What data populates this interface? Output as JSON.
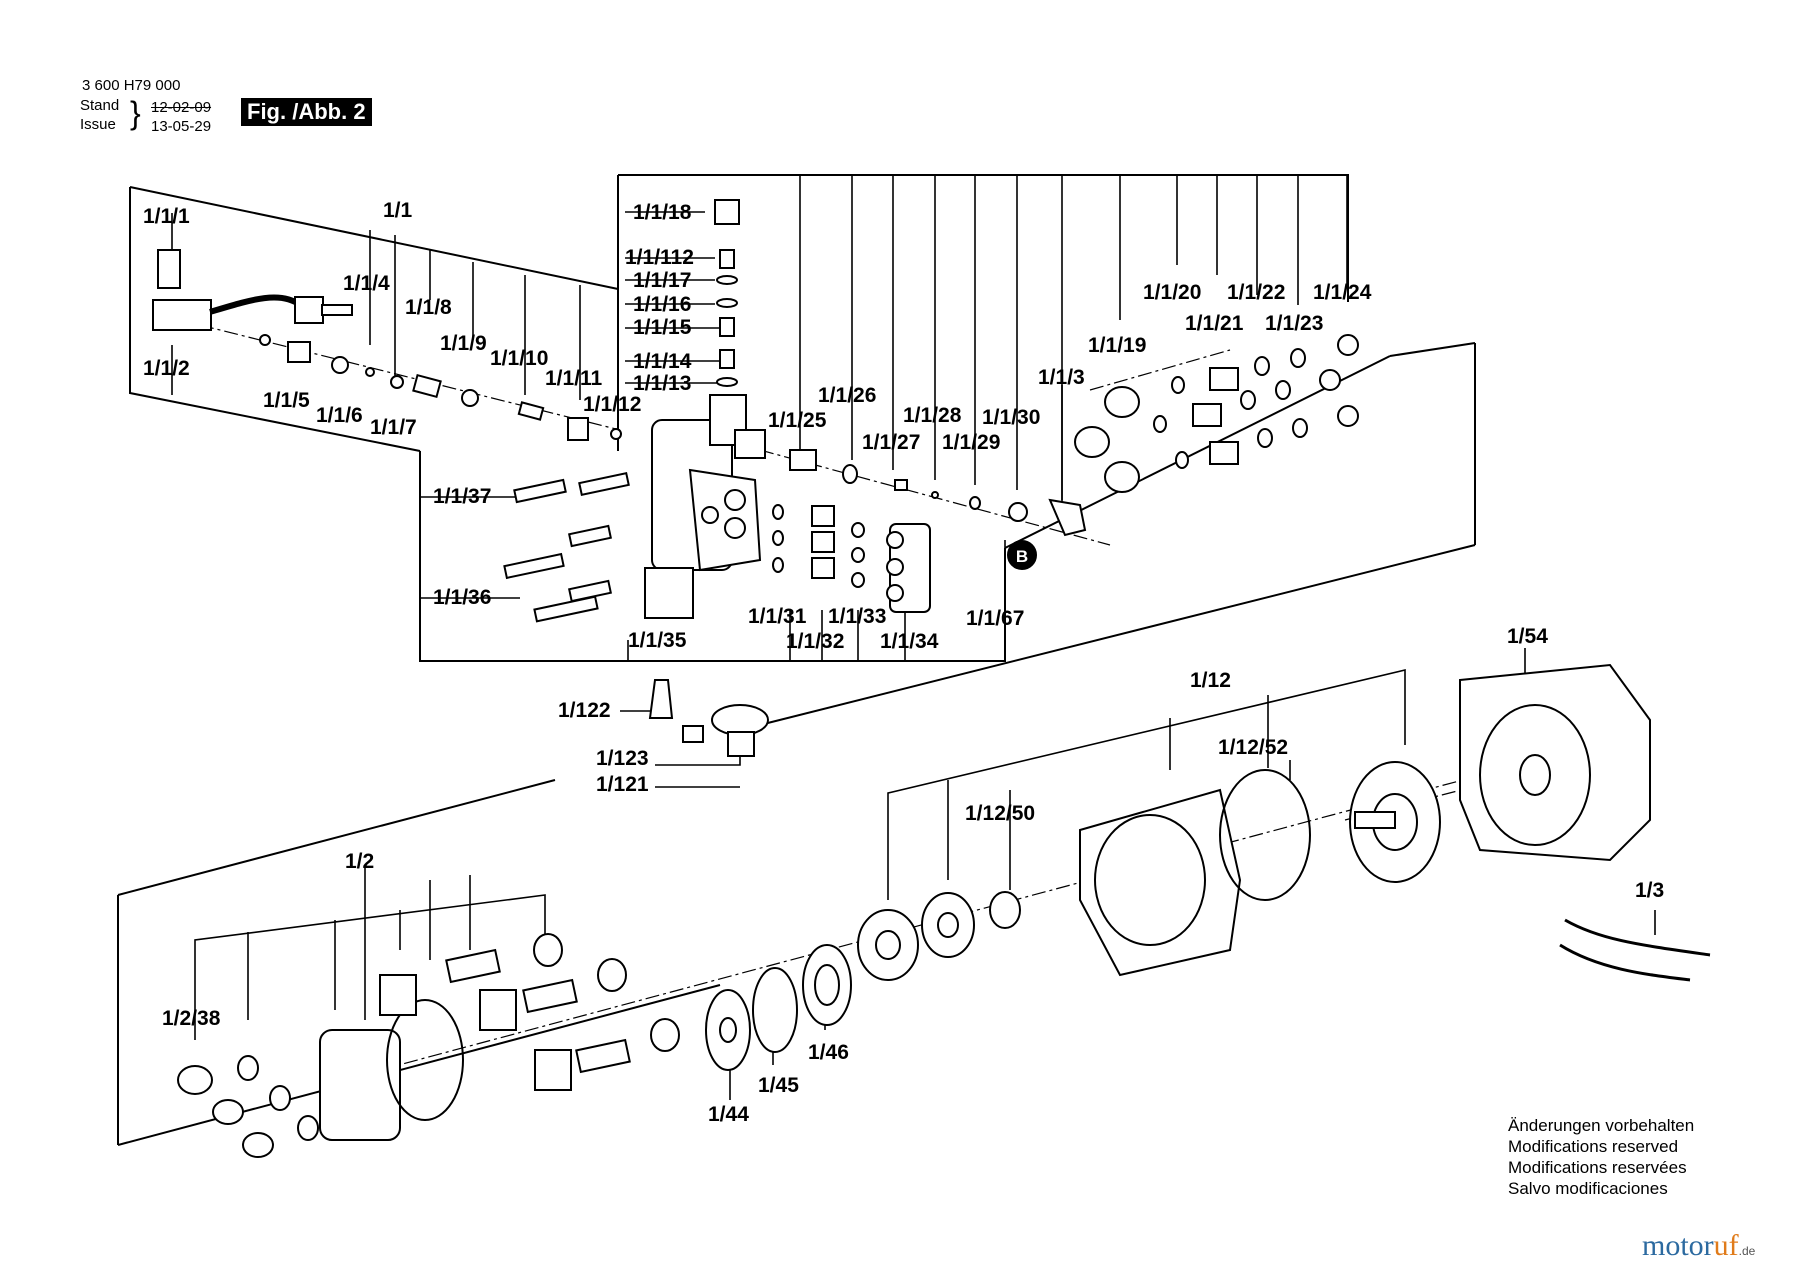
{
  "header": {
    "doc_number": "3 600 H79 000",
    "stand_label": "Stand",
    "issue_label": "Issue",
    "date_old": "12-02-09",
    "date_new": "13-05-29",
    "figure_label": "Fig. /Abb. 2"
  },
  "callouts": {
    "c1_1": "1/1",
    "c1_1_1": "1/1/1",
    "c1_1_2": "1/1/2",
    "c1_1_4": "1/1/4",
    "c1_1_5": "1/1/5",
    "c1_1_6": "1/1/6",
    "c1_1_7": "1/1/7",
    "c1_1_8": "1/1/8",
    "c1_1_9": "1/1/9",
    "c1_1_10": "1/1/10",
    "c1_1_11": "1/1/11",
    "c1_1_12": "1/1/12",
    "c1_1_13": "1/1/13",
    "c1_1_14": "1/1/14",
    "c1_1_15": "1/1/15",
    "c1_1_16": "1/1/16",
    "c1_1_17": "1/1/17",
    "c1_1_18": "1/1/18",
    "c1_1_112": "1/1/112",
    "c1_1_19": "1/1/19",
    "c1_1_20": "1/1/20",
    "c1_1_21": "1/1/21",
    "c1_1_22": "1/1/22",
    "c1_1_23": "1/1/23",
    "c1_1_24": "1/1/24",
    "c1_1_25": "1/1/25",
    "c1_1_26": "1/1/26",
    "c1_1_27": "1/1/27",
    "c1_1_28": "1/1/28",
    "c1_1_29": "1/1/29",
    "c1_1_30": "1/1/30",
    "c1_1_3": "1/1/3",
    "c1_1_31": "1/1/31",
    "c1_1_32": "1/1/32",
    "c1_1_33": "1/1/33",
    "c1_1_34": "1/1/34",
    "c1_1_35": "1/1/35",
    "c1_1_36": "1/1/36",
    "c1_1_37": "1/1/37",
    "c1_1_67": "1/1/67",
    "c1_121": "1/121",
    "c1_122": "1/122",
    "c1_123": "1/123",
    "c1_12": "1/12",
    "c1_12_50": "1/12/50",
    "c1_12_52": "1/12/52",
    "c1_54": "1/54",
    "c1_2": "1/2",
    "c1_2_38": "1/2/38",
    "c1_3": "1/3",
    "c1_44": "1/44",
    "c1_45": "1/45",
    "c1_46": "1/46",
    "marker_b": "B"
  },
  "notes": [
    "Änderungen vorbehalten",
    "Modifications reserved",
    "Modifications reservées",
    "Salvo modificaciones"
  ],
  "brand": {
    "name_a": "motor",
    "name_b": "uf",
    "suffix": ".de"
  }
}
